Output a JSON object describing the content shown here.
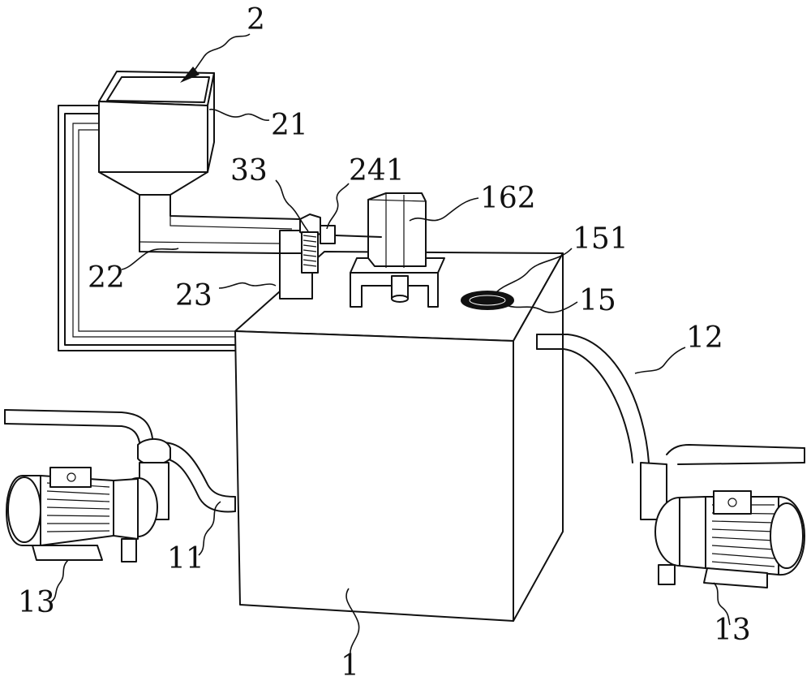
{
  "colors": {
    "line": "#111111",
    "background": "#ffffff"
  },
  "labels": {
    "hopper_assembly": "2",
    "hopper": "21",
    "feed_pipe": "22",
    "drop_pipe": "23",
    "screw": "33",
    "valve": "241",
    "cylinder": "162",
    "port_cover": "151",
    "port": "15",
    "outlet_pipe": "12",
    "tank": "1",
    "inlet_pipe": "11",
    "pump_left": "13",
    "pump_right": "13"
  }
}
